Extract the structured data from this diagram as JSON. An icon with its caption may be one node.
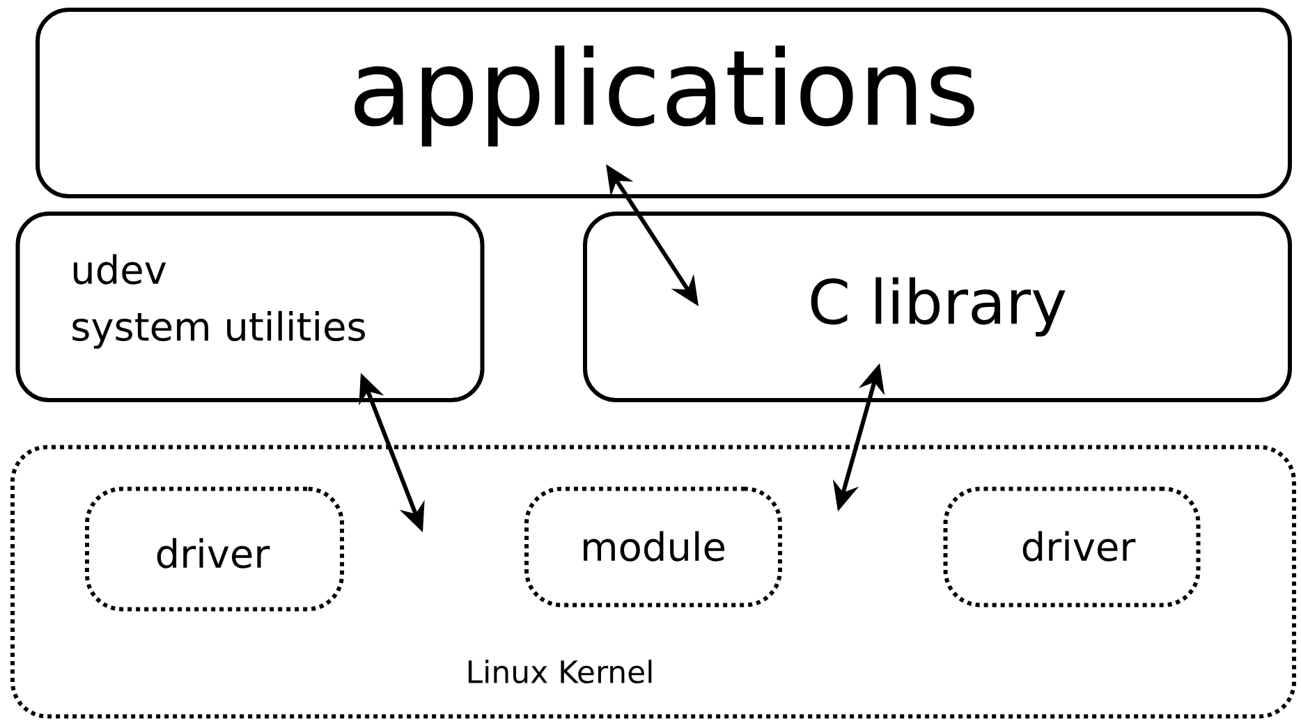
{
  "diagram": {
    "nodes": [
      {
        "text": [
          "applications"
        ]
      },
      {
        "text": [
          "udev",
          "system utilities"
        ]
      },
      {
        "text": [
          "C library"
        ]
      },
      {
        "text": [
          "Linux Kernel"
        ]
      },
      {
        "text": [
          "driver"
        ],
        "in": 3
      },
      {
        "text": [
          "module"
        ],
        "in": 3
      },
      {
        "text": [
          "driver"
        ],
        "in": 3
      }
    ],
    "edges": [
      {
        "from": 0,
        "to": 2,
        "arrow": "both"
      },
      {
        "from": 1,
        "to": 3,
        "arrow": "both"
      },
      {
        "from": 2,
        "to": 3,
        "arrow": "both"
      }
    ]
  }
}
